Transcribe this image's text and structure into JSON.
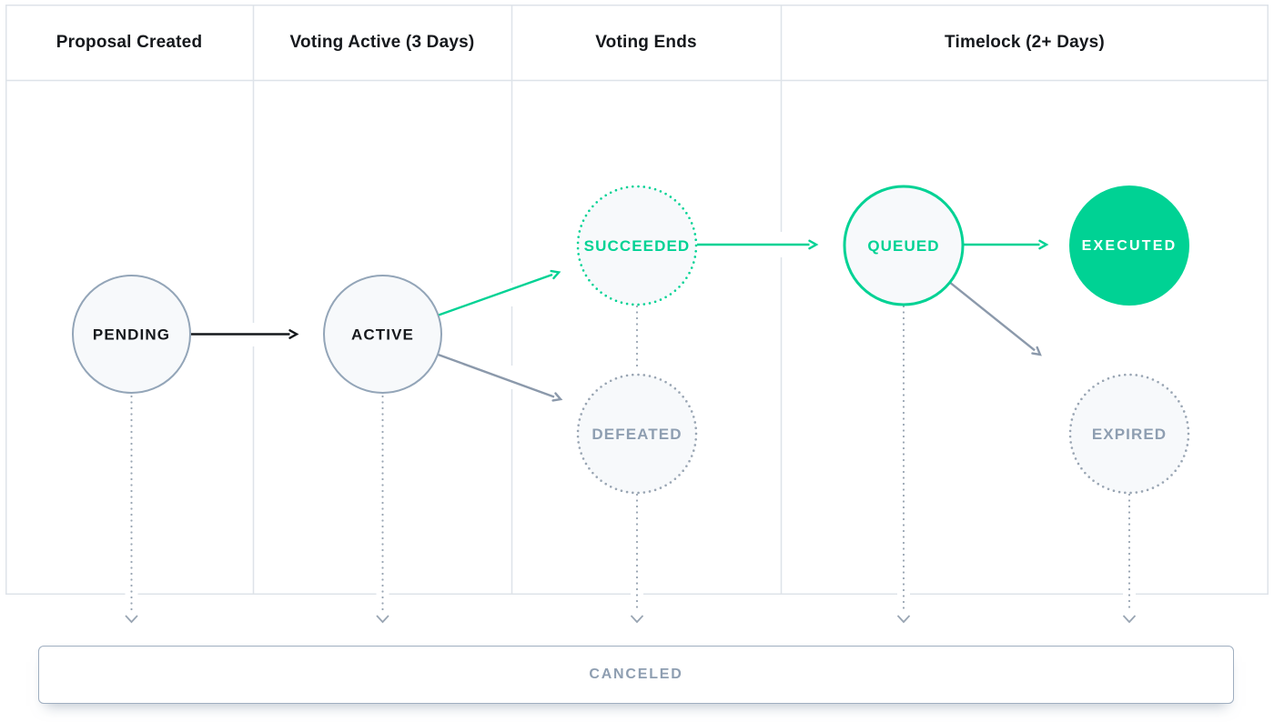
{
  "header": {
    "columns": [
      {
        "label": "Proposal Created"
      },
      {
        "label": "Voting Active (3 Days)"
      },
      {
        "label": "Voting Ends"
      },
      {
        "label": "Timelock (2+ Days)"
      }
    ]
  },
  "states": {
    "pending": "PENDING",
    "active": "ACTIVE",
    "succeeded": "SUCCEEDED",
    "defeated": "DEFEATED",
    "queued": "QUEUED",
    "executed": "EXECUTED",
    "expired": "EXPIRED",
    "canceled": "CANCELED"
  },
  "transitions": [
    {
      "from": "PENDING",
      "to": "ACTIVE"
    },
    {
      "from": "ACTIVE",
      "to": "SUCCEEDED"
    },
    {
      "from": "ACTIVE",
      "to": "DEFEATED"
    },
    {
      "from": "SUCCEEDED",
      "to": "QUEUED"
    },
    {
      "from": "QUEUED",
      "to": "EXECUTED"
    },
    {
      "from": "QUEUED",
      "to": "EXPIRED"
    },
    {
      "from": "PENDING|ACTIVE|DEFEATED|QUEUED|EXPIRED",
      "to": "CANCELED"
    }
  ],
  "colors": {
    "green": "#00D294",
    "ink": "#15181C",
    "slate": "#93A5B8",
    "gray_arrow": "#8B99AB",
    "dot_gray": "#99A5B3",
    "muted_text": "#8E9EB1",
    "border": "#DEE3E9",
    "circle_fill": "#F7F9FB",
    "canceled_border": "#9FAEC0"
  }
}
